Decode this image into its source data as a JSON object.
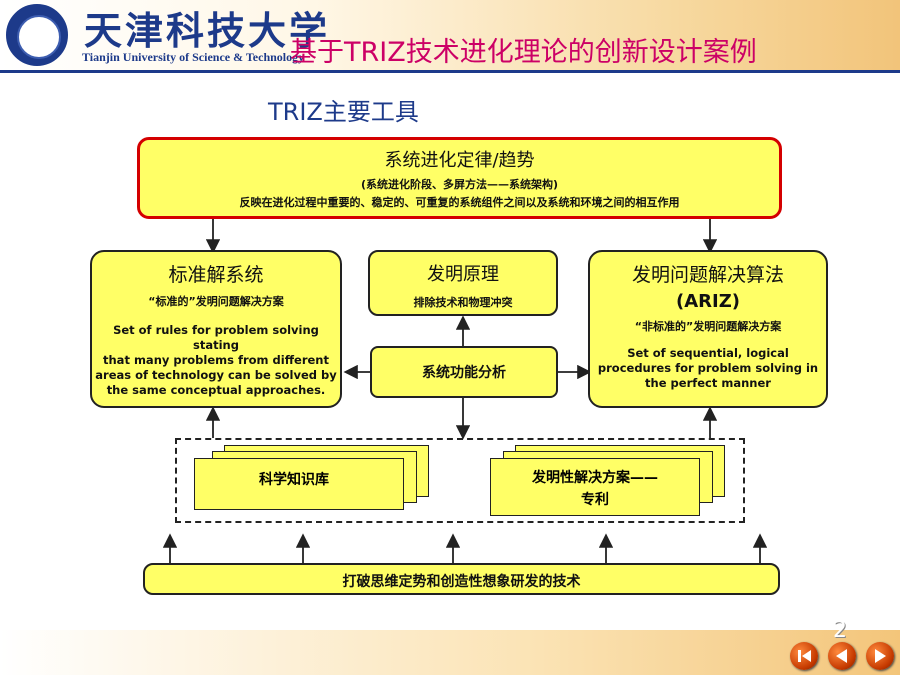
{
  "header": {
    "university_cn": "天津科技大学",
    "university_en": "Tianjin University of Science & Technology",
    "title": "基于TRIZ技术进化理论的创新设计案例",
    "subtitle": "TRIZ主要工具"
  },
  "diagram": {
    "top_box": {
      "title": "系统进化定律/趋势",
      "line1": "(系统进化阶段、多屏方法——系统架构)",
      "line2": "反映在进化过程中重要的、稳定的、可重复的系统组件之间以及系统和环境之间的相互作用"
    },
    "left_box": {
      "title": "标准解系统",
      "sub": "“标准的”发明问题解决方案",
      "en1": "Set of rules for problem solving stating",
      "en2": "that many problems from different",
      "en3": "areas of technology can be solved by",
      "en4": "the same conceptual approaches."
    },
    "mid_top_box": {
      "title": "发明原理",
      "sub": "排除技术和物理冲突"
    },
    "mid_box": {
      "title": "系统功能分析"
    },
    "right_box": {
      "title": "发明问题解决算法",
      "title2": "(ARIZ)",
      "sub": "“非标准的”发明问题解决方案",
      "en1": "Set of sequential, logical",
      "en2": "procedures for problem solving in",
      "en3": "the perfect manner"
    },
    "knowledge_base": "科学知识库",
    "solutions_line1": "发明性解决方案——",
    "solutions_line2": "专利",
    "bottom_box": "打破思维定势和创造性想象研发的技术"
  },
  "footer": {
    "page_number": "2"
  }
}
